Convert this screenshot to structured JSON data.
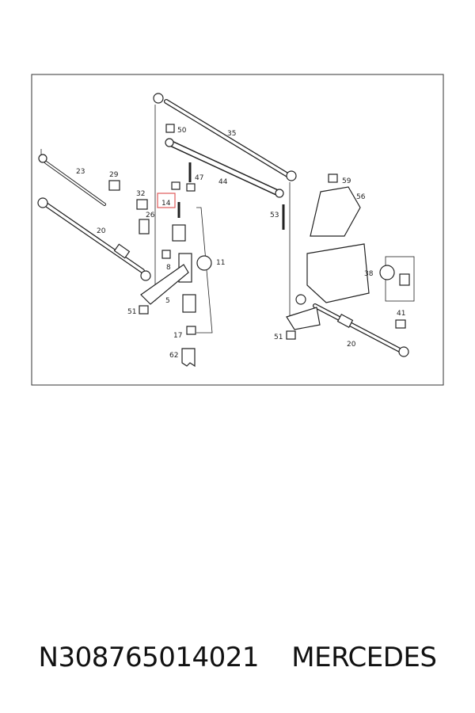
{
  "diagram": {
    "callouts": [
      "35",
      "50",
      "23",
      "29",
      "47",
      "44",
      "59",
      "32",
      "14",
      "56",
      "53",
      "20",
      "26",
      "11",
      "8",
      "38",
      "5",
      "51",
      "41",
      "17",
      "51",
      "20",
      "62"
    ],
    "highlighted": "14",
    "highlight_color": "#e05a5a"
  },
  "footer": {
    "part_number": "N308765014021",
    "brand": "MERCEDES"
  }
}
